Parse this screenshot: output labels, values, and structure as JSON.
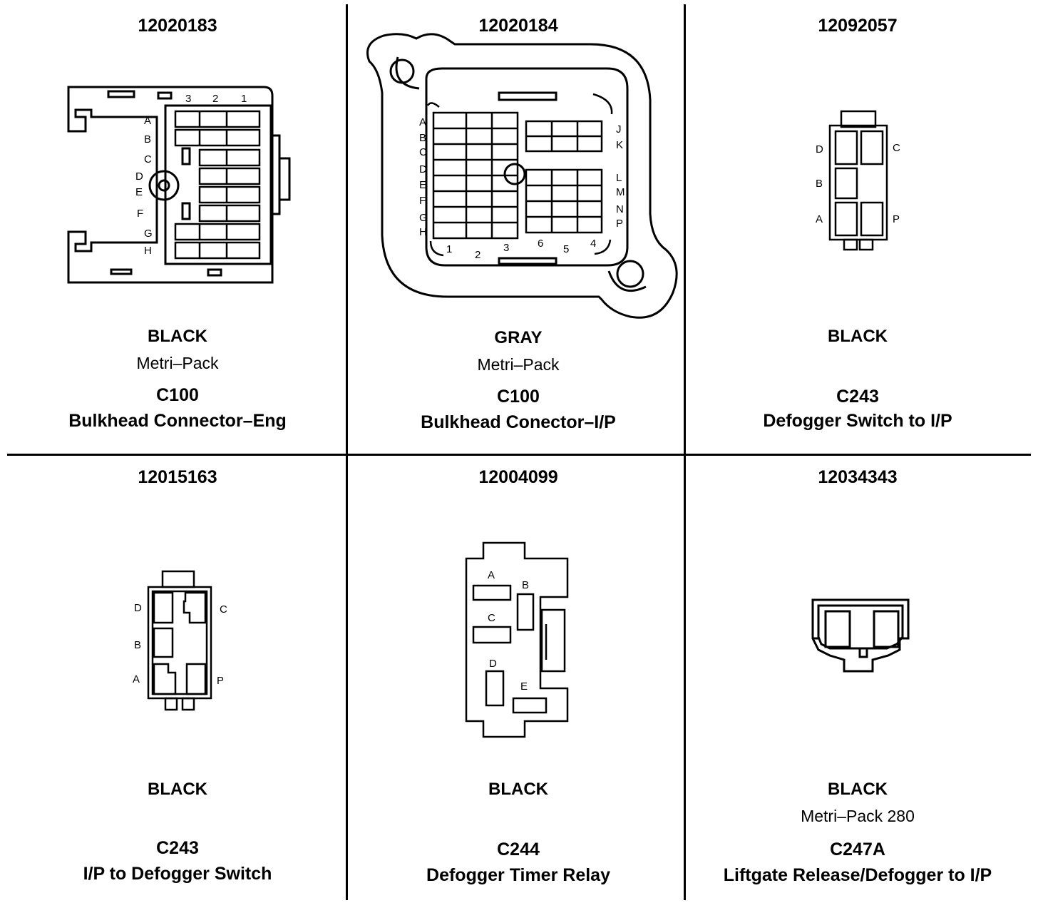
{
  "connectors": [
    {
      "part": "12020183",
      "color": "BLACK",
      "type": "Metri–Pack",
      "id": "C100",
      "desc": "Bulkhead Connector–Eng",
      "pins_rows": [
        "A",
        "B",
        "C",
        "D",
        "E",
        "F",
        "G",
        "H"
      ],
      "pins_cols": [
        "3",
        "2",
        "1"
      ]
    },
    {
      "part": "12020184",
      "color": "GRAY",
      "type": "Metri–Pack",
      "id": "C100",
      "desc": "Bulkhead Conector–I/P",
      "pins_left": [
        "A",
        "B",
        "C",
        "D",
        "E",
        "F",
        "G",
        "H"
      ],
      "pins_right": [
        "J",
        "K",
        "L",
        "M",
        "N",
        "P"
      ],
      "pins_bottom": [
        "1",
        "2",
        "3",
        "6",
        "5",
        "4"
      ]
    },
    {
      "part": "12092057",
      "color": "BLACK",
      "type": "",
      "id": "C243",
      "desc": "Defogger Switch to I/P",
      "pins": [
        "D",
        "C",
        "B",
        "A",
        "P"
      ]
    },
    {
      "part": "12015163",
      "color": "BLACK",
      "type": "",
      "id": "C243",
      "desc": "I/P to Defogger Switch",
      "pins": [
        "D",
        "C",
        "B",
        "A",
        "P"
      ]
    },
    {
      "part": "12004099",
      "color": "BLACK",
      "type": "",
      "id": "C244",
      "desc": "Defogger Timer Relay",
      "pins": [
        "A",
        "B",
        "C",
        "D",
        "E"
      ]
    },
    {
      "part": "12034343",
      "color": "BLACK",
      "type": "Metri–Pack 280",
      "id": "C247A",
      "desc": "Liftgate Release/Defogger to I/P"
    }
  ]
}
